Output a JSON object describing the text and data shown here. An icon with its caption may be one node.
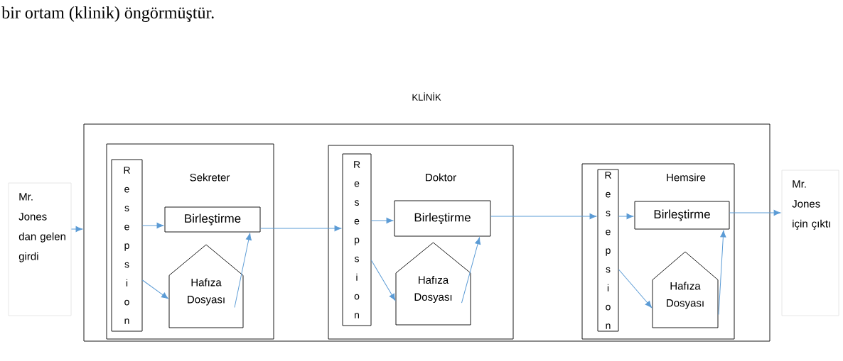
{
  "diagram": {
    "nodes": [
      {
        "text": [
          "KLİNİK"
        ]
      },
      {
        "text": [
          "Mr. Jones dan gelen girdi"
        ]
      },
      {
        "text": [
          "Sekreter"
        ],
        "in": 0
      },
      {
        "text": [
          "R e s e p s i o n"
        ],
        "in": 2
      },
      {
        "text": [
          "Birleştirme"
        ],
        "in": 2
      },
      {
        "text": [
          "Hafıza Dosyası"
        ],
        "in": 2
      },
      {
        "text": [
          "Doktor"
        ],
        "in": 0
      },
      {
        "text": [
          "R e s e p s i o n"
        ],
        "in": 6
      },
      {
        "text": [
          "Birleştirme"
        ],
        "in": 6
      },
      {
        "text": [
          "Hafıza Dosyası"
        ],
        "in": 6
      },
      {
        "text": [
          "Hemsire"
        ],
        "in": 0
      },
      {
        "text": [
          "R e s e p s i o n"
        ],
        "in": 10
      },
      {
        "text": [
          "Birleştirme"
        ],
        "in": 10
      },
      {
        "text": [
          "Hafıza Dosyası"
        ],
        "in": 10
      },
      {
        "text": [
          "Mr. Jones için çıktı"
        ]
      }
    ],
    "edges": [
      {
        "from": 1,
        "to": 0,
        "arrow": "to"
      },
      {
        "from": 3,
        "to": 4,
        "arrow": "to"
      },
      {
        "from": 3,
        "to": 5,
        "arrow": "to"
      },
      {
        "from": 5,
        "to": 4,
        "arrow": "to"
      },
      {
        "from": 4,
        "to": 7,
        "arrow": "to"
      },
      {
        "from": 7,
        "to": 8,
        "arrow": "to"
      },
      {
        "from": 7,
        "to": 9,
        "arrow": "to"
      },
      {
        "from": 9,
        "to": 8,
        "arrow": "to"
      },
      {
        "from": 8,
        "to": 11,
        "arrow": "to"
      },
      {
        "from": 11,
        "to": 12,
        "arrow": "to"
      },
      {
        "from": 11,
        "to": 13,
        "arrow": "to"
      },
      {
        "from": 13,
        "to": 12,
        "arrow": "to"
      },
      {
        "from": 12,
        "to": 14,
        "arrow": "to"
      }
    ],
    "labels": [
      "bir ortam (klinik) öngörmüştür."
    ]
  }
}
